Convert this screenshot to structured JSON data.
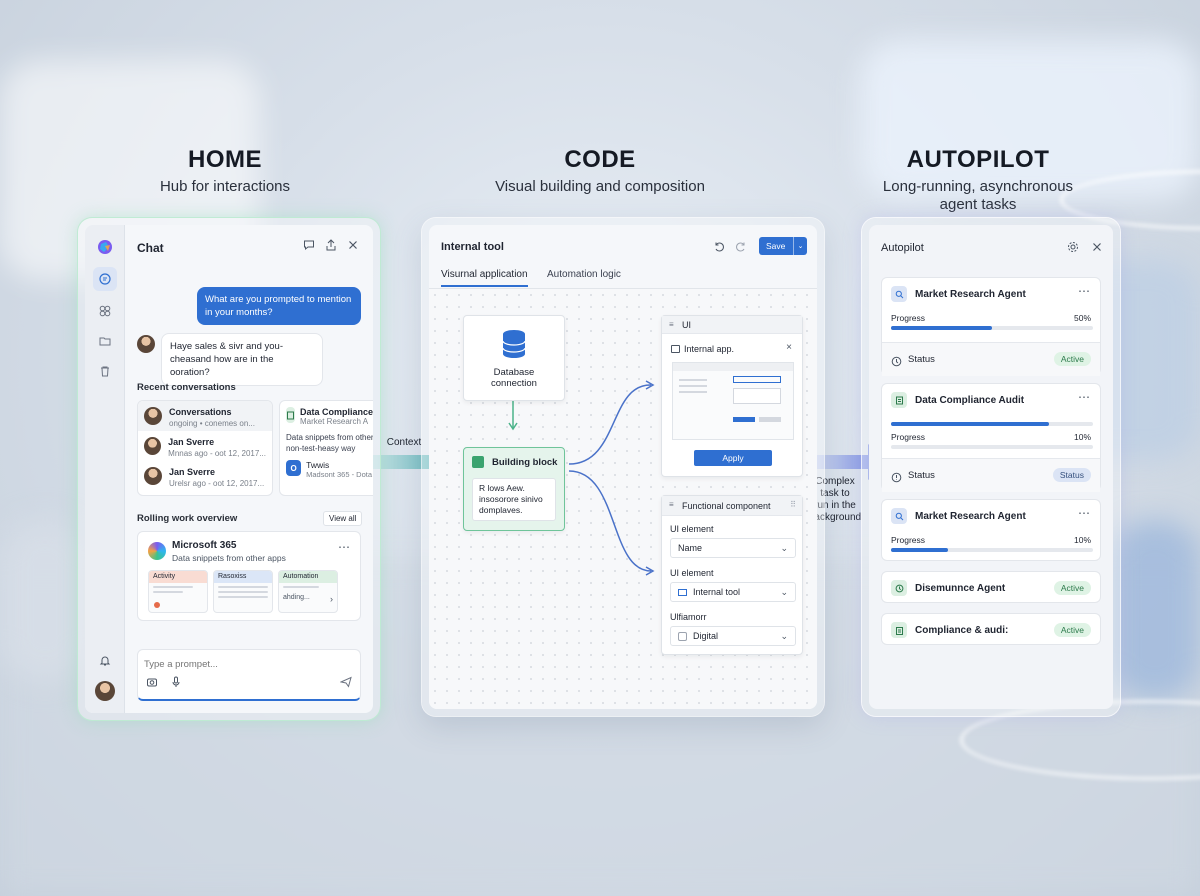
{
  "sections": {
    "home": {
      "title": "HOME",
      "subtitle": "Hub for interactions"
    },
    "code": {
      "title": "CODE",
      "subtitle": "Visual building and composition"
    },
    "autopilot": {
      "title": "AUTOPILOT",
      "subtitle_line1": "Long-running, asynchronous",
      "subtitle_line2": "agent tasks"
    }
  },
  "flow": {
    "context": "Context",
    "complex_line1": "Complex",
    "complex_line2": "task to",
    "complex_line3": "run in the",
    "complex_line4": "background"
  },
  "home": {
    "header_title": "Chat",
    "user_message": "What are you prompted to mention in your months?",
    "bot_message": "Haye sales & sivr and you-cheasand how are in the ooration?",
    "recent_label": "Recent conversations",
    "conversations": [
      {
        "title": "Conversations",
        "subtitle": "ongoing • conemes on..."
      },
      {
        "title": "Jan Sverre",
        "subtitle": "Mnnas ago - oot 12, 2017..."
      },
      {
        "title": "Jan Sverre",
        "subtitle": "Urelsr ago - oot 12, 2017..."
      }
    ],
    "side_card": {
      "title": "Data Compliance",
      "subtitle": "Market Research A",
      "body_line1": "Data snippets from other",
      "body_line2": "non-test-heasy way",
      "footer_title": "Twwis",
      "footer_subtitle": "Madsont 365 - Dota"
    },
    "rolling_label": "Rolling work overview",
    "view_all": "View all",
    "m365_title": "Microsoft 365",
    "m365_subtitle": "Data snippets from other apps",
    "mini_cards": [
      {
        "label": "Activity",
        "color": "#f9dcd3"
      },
      {
        "label": "Rasoxiss",
        "color": "#dbe6f7"
      },
      {
        "label": "Automation",
        "color": "#dcefe2",
        "footer": "ahding..."
      }
    ],
    "prompt_placeholder": "Type a prompet..."
  },
  "code": {
    "header_title": "Internal tool",
    "save_label": "Save",
    "tabs": [
      "Visurnal application",
      "Automation logic"
    ],
    "db_node_line1": "Database",
    "db_node_line2": "connection",
    "building_block_title": "Building block",
    "building_block_body": "R lows Aew. insosorore sinivo domplaves.",
    "ui_node_title": "UI",
    "internal_app_title": "Internal app.",
    "apply_label": "Apply",
    "functional_title": "Functional component",
    "fields": [
      {
        "label": "UI element",
        "value": "Name"
      },
      {
        "label": "UI element",
        "value": "Internal tool"
      },
      {
        "label": "Ulfiamorr",
        "value": "Digital"
      }
    ]
  },
  "autopilot": {
    "header_title": "Autopilot",
    "cards": [
      {
        "title": "Market Research Agent",
        "progress_label": "Progress",
        "progress_pct": "50%",
        "progress": 0.5,
        "status_label": "Status",
        "status_badge": "Active"
      },
      {
        "title": "Data Compliance Audit",
        "progress_label": "Progress",
        "progress_pct": "10%",
        "progress": 0.78,
        "status_label": "Status",
        "status_badge": "Status"
      },
      {
        "title": "Market Research Agent",
        "progress_label": "Progress",
        "progress_pct": "10%",
        "progress": 0.28
      },
      {
        "title": "Disemunnce Agent",
        "status_badge": "Active"
      },
      {
        "title": "Compliance & audi:",
        "status_badge": "Active"
      }
    ]
  },
  "colors": {
    "accent": "#2f6fd1",
    "active_green": "#2c7a4b",
    "flow_teal": "#3aa3a8",
    "flow_blue": "#5068d8"
  }
}
